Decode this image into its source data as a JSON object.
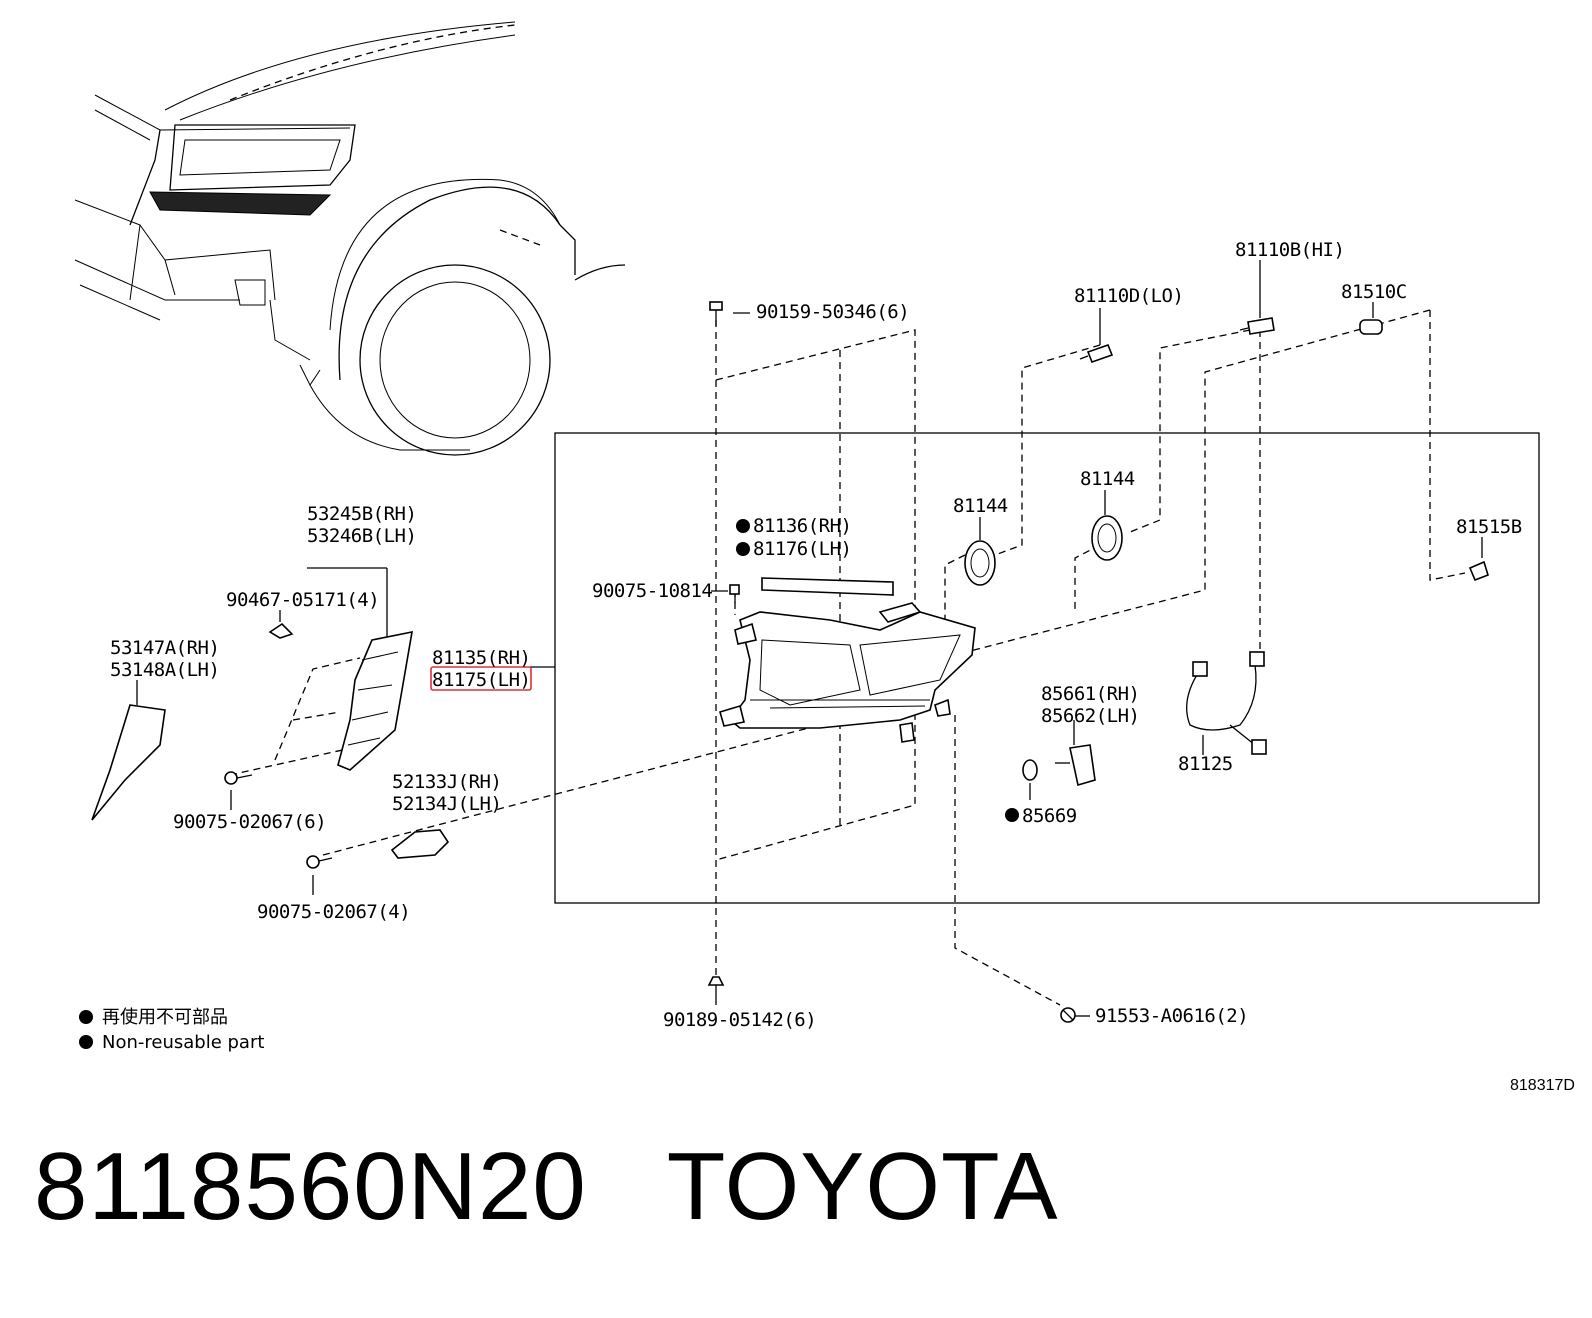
{
  "title": {
    "part_number": "8118560N20",
    "brand": "TOYOTA"
  },
  "diagram_code": "818317D",
  "legend": {
    "jp": "再使用不可部品",
    "en": "Non-reusable part"
  },
  "labels": {
    "p53245b": "53245B(RH)",
    "p53246b": "53246B(LH)",
    "p90467": "90467-05171(4)",
    "p53147a": "53147A(RH)",
    "p53148a": "53148A(LH)",
    "p81135": "81135(RH)",
    "p81175": "81175(LH)",
    "p90075_6": "90075-02067(6)",
    "p52133j": "52133J(RH)",
    "p52134j": "52134J(LH)",
    "p90075_4": "90075-02067(4)",
    "p90159": "90159-50346(6)",
    "p81136": "81136(RH)",
    "p81176": "81176(LH)",
    "p90075_10814": "90075-10814",
    "p90189": "90189-05142(6)",
    "p81144a": "81144",
    "p81144b": "81144",
    "p81110d": "81110D(LO)",
    "p81110b": "81110B(HI)",
    "p81510c": "81510C",
    "p81515b": "81515B",
    "p85661": "85661(RH)",
    "p85662": "85662(LH)",
    "p85669": "85669",
    "p81125": "81125",
    "p91553": "91553-A0616(2)"
  },
  "highlight_color": "#e0303a"
}
